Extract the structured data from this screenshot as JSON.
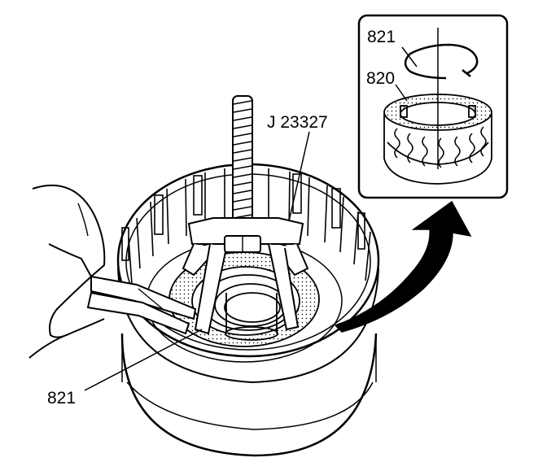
{
  "callouts": {
    "tool": "J 23327",
    "ring_main": "821",
    "ring_inset": "821",
    "spring_assembly_inset": "820"
  },
  "colors": {
    "ink": "#000000",
    "paper": "#ffffff"
  }
}
